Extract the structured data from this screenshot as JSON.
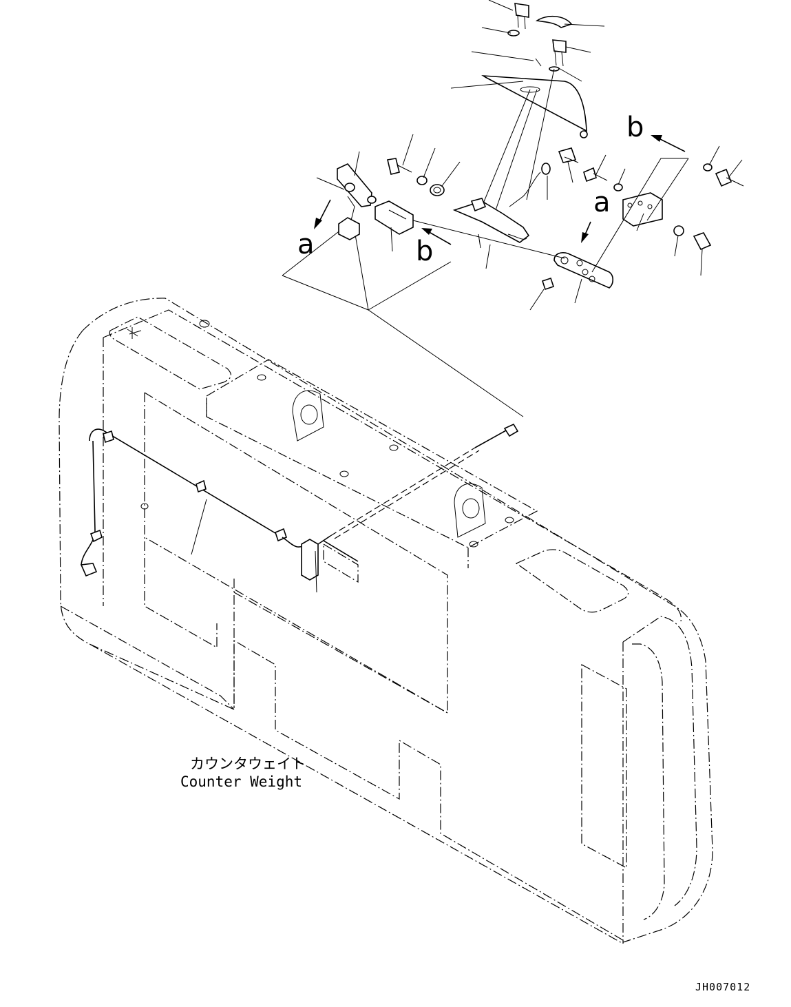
{
  "drawing": {
    "assembly_caption_jp": "カウンタウェイト",
    "assembly_caption_en": "Counter Weight",
    "view_markers": [
      "a",
      "b",
      "a",
      "b"
    ],
    "drawing_number": "JH007012"
  }
}
